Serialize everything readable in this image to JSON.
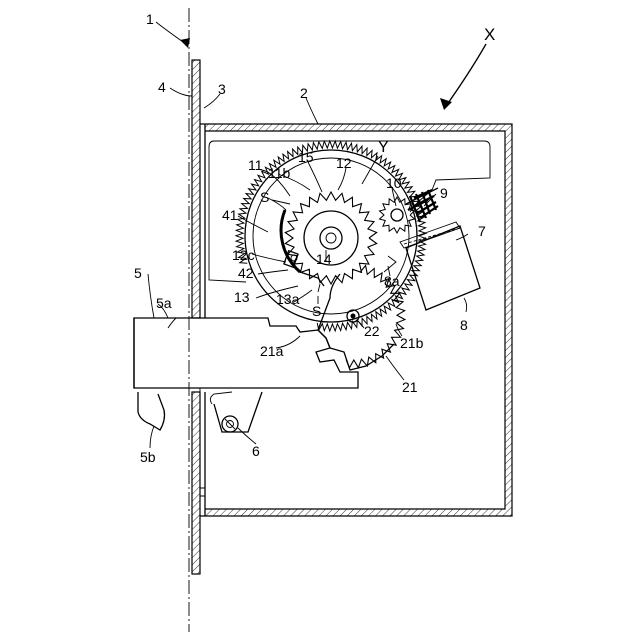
{
  "figure": {
    "labels": {
      "l1": "1",
      "lX": "X",
      "l4": "4",
      "l3": "3",
      "l2": "2",
      "lY": "Y",
      "l15": "15",
      "l12": "12",
      "l11": "11",
      "l11b": "11b",
      "l10": "10",
      "l9": "9",
      "lS1": "S",
      "l41": "41",
      "l7": "7",
      "l12c": "12c",
      "l14": "14",
      "l42": "42",
      "l8a": "8a",
      "l5": "5",
      "l13": "13",
      "l13a": "13a",
      "lS2": "S",
      "l5a": "5a",
      "l22": "22",
      "l8": "8",
      "l21b": "21b",
      "l21a": "21a",
      "l21": "21",
      "l6": "6",
      "l5b": "5b"
    }
  }
}
